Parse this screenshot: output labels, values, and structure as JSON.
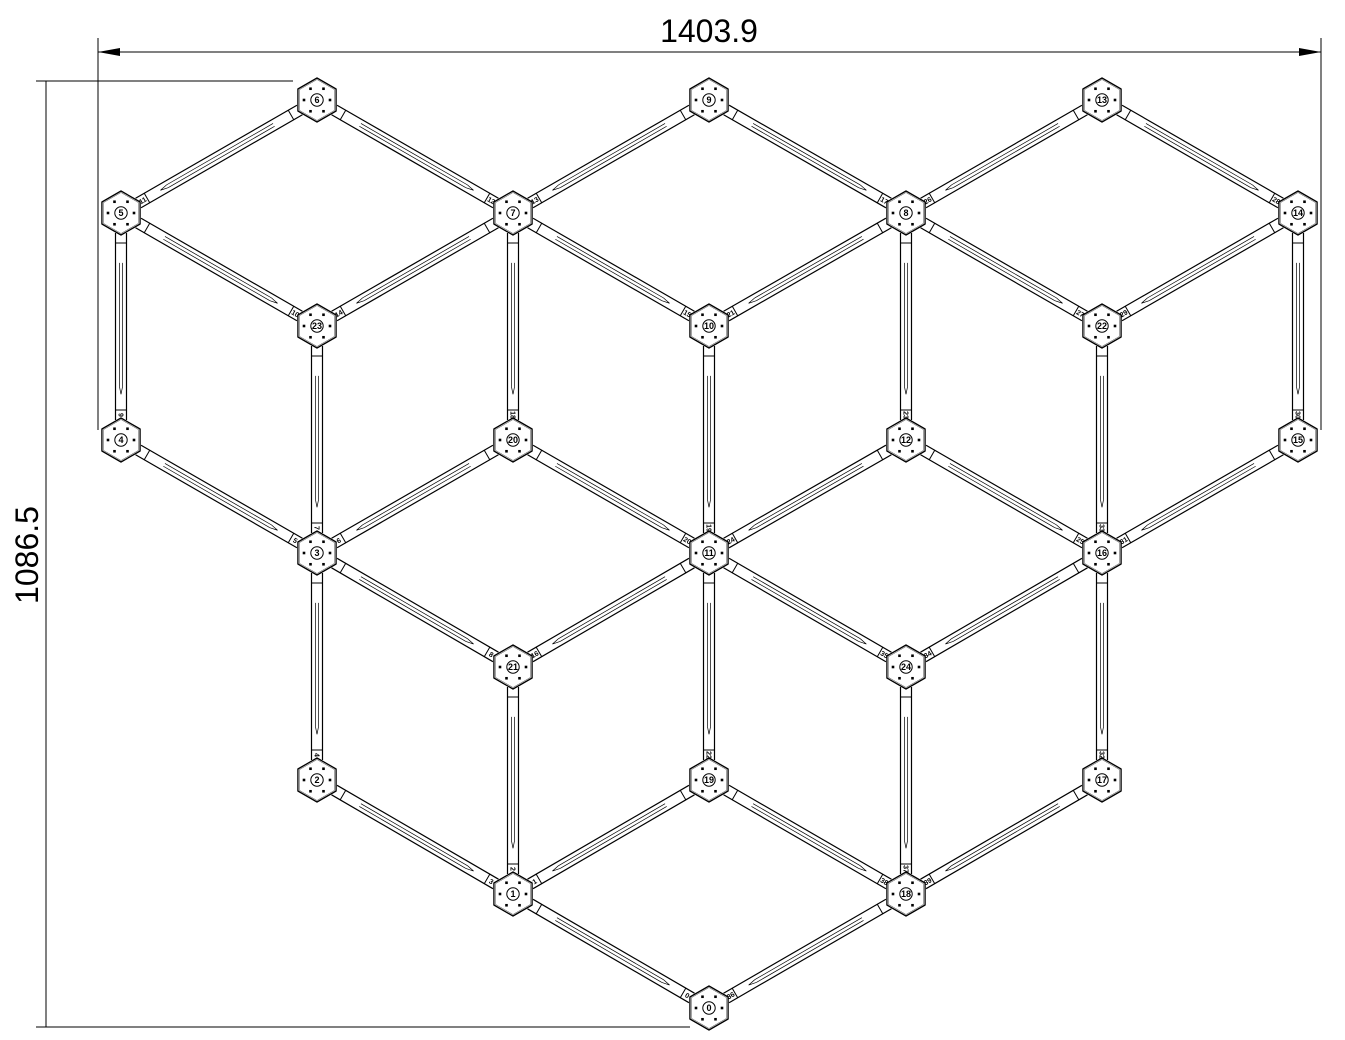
{
  "dimensions": {
    "width_label": "1403.9",
    "height_label": "1086.5"
  },
  "style": {
    "line_color": "#000000",
    "background": "#ffffff"
  },
  "nodes": [
    {
      "id": "0"
    },
    {
      "id": "1"
    },
    {
      "id": "2"
    },
    {
      "id": "3"
    },
    {
      "id": "4"
    },
    {
      "id": "5"
    },
    {
      "id": "6"
    },
    {
      "id": "7"
    },
    {
      "id": "8"
    },
    {
      "id": "9"
    },
    {
      "id": "10"
    },
    {
      "id": "11"
    },
    {
      "id": "12"
    },
    {
      "id": "13"
    },
    {
      "id": "14"
    },
    {
      "id": "15"
    },
    {
      "id": "16"
    },
    {
      "id": "17"
    },
    {
      "id": "18"
    },
    {
      "id": "19"
    },
    {
      "id": "20"
    },
    {
      "id": "21"
    },
    {
      "id": "22"
    },
    {
      "id": "23"
    },
    {
      "id": "24"
    }
  ],
  "bars": [
    {
      "from": "6",
      "to": "5",
      "label": "11"
    },
    {
      "from": "6",
      "to": "7",
      "label": "12"
    },
    {
      "from": "9",
      "to": "7",
      "label": "13"
    },
    {
      "from": "9",
      "to": "8",
      "label": "17"
    },
    {
      "from": "13",
      "to": "8",
      "label": "26"
    },
    {
      "from": "13",
      "to": "14",
      "label": "28"
    },
    {
      "from": "5",
      "to": "23",
      "label": "10"
    },
    {
      "from": "7",
      "to": "23",
      "label": "14"
    },
    {
      "from": "7",
      "to": "10",
      "label": "15"
    },
    {
      "from": "8",
      "to": "10",
      "label": "21"
    },
    {
      "from": "8",
      "to": "22",
      "label": "27"
    },
    {
      "from": "14",
      "to": "22",
      "label": "29"
    },
    {
      "from": "5",
      "to": "4",
      "label": "9"
    },
    {
      "from": "23",
      "to": "3",
      "label": "7"
    },
    {
      "from": "7",
      "to": "20",
      "label": "18"
    },
    {
      "from": "10",
      "to": "11",
      "label": "19"
    },
    {
      "from": "8",
      "to": "12",
      "label": "23"
    },
    {
      "from": "22",
      "to": "16",
      "label": "33"
    },
    {
      "from": "14",
      "to": "15",
      "label": "30"
    },
    {
      "from": "4",
      "to": "3",
      "label": "5"
    },
    {
      "from": "20",
      "to": "3",
      "label": "6"
    },
    {
      "from": "20",
      "to": "11",
      "label": "20"
    },
    {
      "from": "12",
      "to": "11",
      "label": "24"
    },
    {
      "from": "12",
      "to": "16",
      "label": "25"
    },
    {
      "from": "15",
      "to": "16",
      "label": "31"
    },
    {
      "from": "3",
      "to": "21",
      "label": "8"
    },
    {
      "from": "11",
      "to": "21",
      "label": "16"
    },
    {
      "from": "11",
      "to": "24",
      "label": "35"
    },
    {
      "from": "16",
      "to": "24",
      "label": "34"
    },
    {
      "from": "3",
      "to": "2",
      "label": "4"
    },
    {
      "from": "21",
      "to": "1",
      "label": "2"
    },
    {
      "from": "11",
      "to": "19",
      "label": "22"
    },
    {
      "from": "24",
      "to": "18",
      "label": "37"
    },
    {
      "from": "16",
      "to": "17",
      "label": "32"
    },
    {
      "from": "2",
      "to": "1",
      "label": "3"
    },
    {
      "from": "19",
      "to": "1",
      "label": "1"
    },
    {
      "from": "19",
      "to": "18",
      "label": "38"
    },
    {
      "from": "17",
      "to": "18",
      "label": "39"
    },
    {
      "from": "1",
      "to": "0",
      "label": "0"
    },
    {
      "from": "18",
      "to": "0",
      "label": "36"
    }
  ]
}
